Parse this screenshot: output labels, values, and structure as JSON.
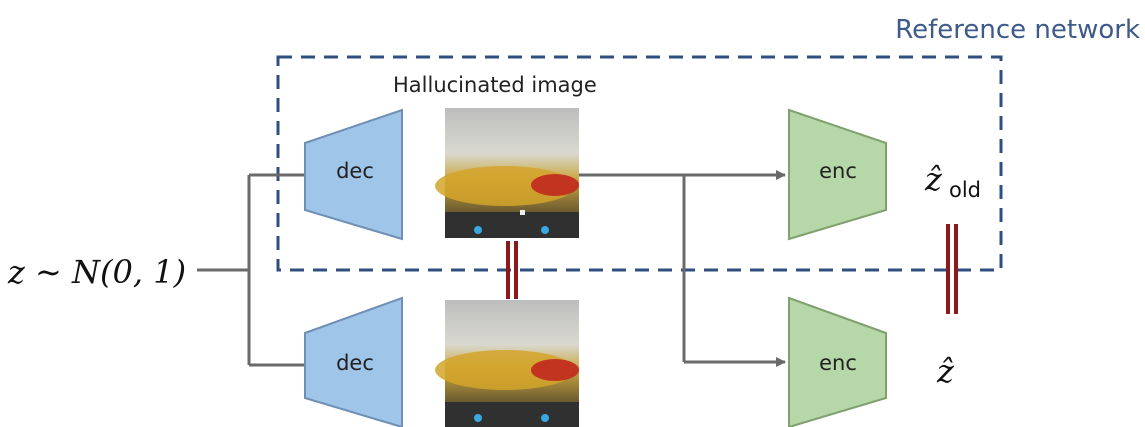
{
  "reference_box": {
    "label": "Reference network"
  },
  "hallucinated_label": "Hallucinated image",
  "input_label": "z ∼ N(0, 1)",
  "modules": [
    {
      "label": "dec"
    },
    {
      "label": "enc"
    },
    {
      "label": "dec"
    },
    {
      "label": "enc"
    }
  ],
  "outputs": {
    "top": {
      "symbol": "ẑ",
      "subscript": "old"
    },
    "bottom": {
      "symbol": "ẑ"
    }
  },
  "colors": {
    "decoder_fill": "#9fc5e8",
    "decoder_stroke": "#6f8fb4",
    "encoder_fill": "#b6d7a8",
    "encoder_stroke": "#7fa06f",
    "arrow": "#6a6a6a",
    "box_dash": "#2f4f7f",
    "title_color": "#3d5a8a",
    "constraint": "#8b1a1a"
  }
}
